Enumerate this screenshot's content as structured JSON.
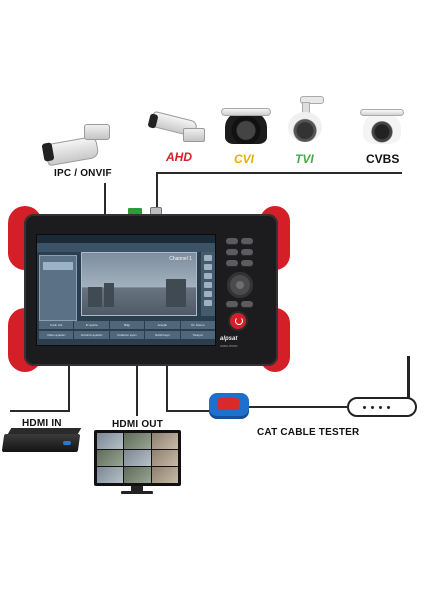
{
  "labels": {
    "ipc_onvif": "IPC / ONVIF",
    "ahd": "AHD",
    "cvi": "CVI",
    "tvi": "TVI",
    "cvbs": "CVBS",
    "hdmi_in": "HDMI IN",
    "hdmi_out": "HDMI OUT",
    "cat_cable_tester": "CAT CABLE TESTER"
  },
  "device": {
    "brand": "alpsat",
    "model": "ASDX-IP07R"
  },
  "screen": {
    "channel_label": "Channel 1",
    "tabs_row1": [
      "Canlı izle",
      "IP ayarla",
      "Bilgi",
      "Araçlar",
      "Ön İzleme"
    ],
    "tabs_row2": [
      "Video ayarları",
      "Görüntü ayarları",
      "Kullanım ayarı",
      "Dahili kayıt",
      "Tarayıcı"
    ]
  },
  "colors": {
    "bumper": "#d51f28",
    "ahd_brand": "#d51f28",
    "cvi_brand": "#e5b000",
    "tvi_brand": "#4aa84a",
    "tester_blue": "#1f6fcc"
  }
}
